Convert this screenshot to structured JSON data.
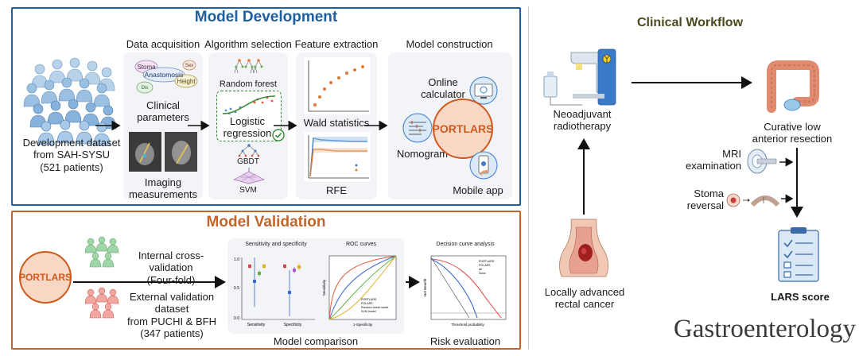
{
  "dev": {
    "title": "Model Development",
    "dataset": [
      "Development dataset",
      "from SAH-SYSU",
      "(521 patients)"
    ],
    "stages": {
      "acq": "Data acquisition",
      "alg": "Algorithm selection",
      "feat": "Feature extraction",
      "cons": "Model construction"
    },
    "clinical_params": [
      "Clinical",
      "parameters"
    ],
    "imaging": [
      "Imaging",
      "measurements"
    ],
    "word_cloud": [
      "Stoma",
      "Anastomosis",
      "Height",
      "Sex",
      "Dis"
    ],
    "algorithms": {
      "rf": "Random forest",
      "lr": [
        "Logistic",
        "regression"
      ],
      "gbdt": "GBDT",
      "svm": "SVM"
    },
    "features": {
      "wald": "Wald statistics",
      "rfe": "RFE"
    },
    "construction": {
      "online": [
        "Online",
        "calculator"
      ],
      "nomogram": "Nomogram",
      "model": "PORTLARS",
      "mobile": "Mobile app"
    }
  },
  "val": {
    "title": "Model Validation",
    "model": "PORTLARS",
    "internal": [
      "Internal cross-validation",
      "(Four-fold)"
    ],
    "external": [
      "External validation dataset",
      "from PUCHI & BFH",
      "(347 patients)"
    ],
    "comparison": "Model comparison",
    "risk": "Risk evaluation",
    "sens_chart": {
      "title": "Sensitivity and specificity",
      "yticks": [
        "1.0",
        "0.5",
        "0.0"
      ],
      "xticks": [
        "Sensitivity",
        "Specificity"
      ]
    },
    "roc_chart": {
      "title": "ROC curves",
      "ylabel": "Sensitivity",
      "xlabel": "1-Specificity",
      "legend": [
        "PORTLARS",
        "POLARS",
        "Random forest model",
        "SVM model"
      ]
    },
    "dca_chart": {
      "title": "Decision curve analysis",
      "ylabel": "Net Benefit",
      "xlabel": "Threshold probability",
      "legend": [
        "PORTLARS",
        "POLARS",
        "All",
        "None"
      ]
    }
  },
  "clin": {
    "title": "Clinical Workflow",
    "radio": [
      "Neoadjuvant",
      "radiotherapy"
    ],
    "surgery": [
      "Curative low",
      "anterior resection"
    ],
    "mri": [
      "MRI",
      "examination"
    ],
    "stoma": [
      "Stoma",
      "reversal"
    ],
    "cancer": [
      "Locally advanced",
      "rectal cancer"
    ],
    "lars": "LARS score"
  },
  "journal": "Gastroenterology",
  "colors": {
    "blue": "#1f5f9e",
    "orange": "#c0662a",
    "olive": "#4b4a1e",
    "portlars_fill": "#f7d8c4",
    "portlars_text": "#d05a1e"
  }
}
